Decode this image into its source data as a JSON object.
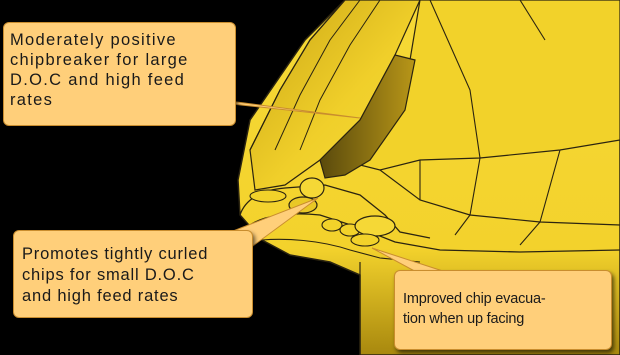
{
  "colors": {
    "background": "#000000",
    "insert_yellow": "#f2d22a",
    "insert_edge": "#2b2410",
    "callout_fill": "#ffcf7a",
    "callout_border": "#c98d2e",
    "text": "#1a1a1a"
  },
  "callouts": [
    {
      "id": "large-doc",
      "lines": [
        "Moderately positive",
        "chipbreaker for large",
        "D.O.C and high feed",
        "rates"
      ]
    },
    {
      "id": "small-doc",
      "lines": [
        "Promotes tightly curled",
        "chips for small D.O.C",
        "and high feed rates"
      ]
    },
    {
      "id": "chip-evacuation",
      "lines": [
        "Improved chip evacua-",
        "tion when up facing"
      ]
    }
  ]
}
